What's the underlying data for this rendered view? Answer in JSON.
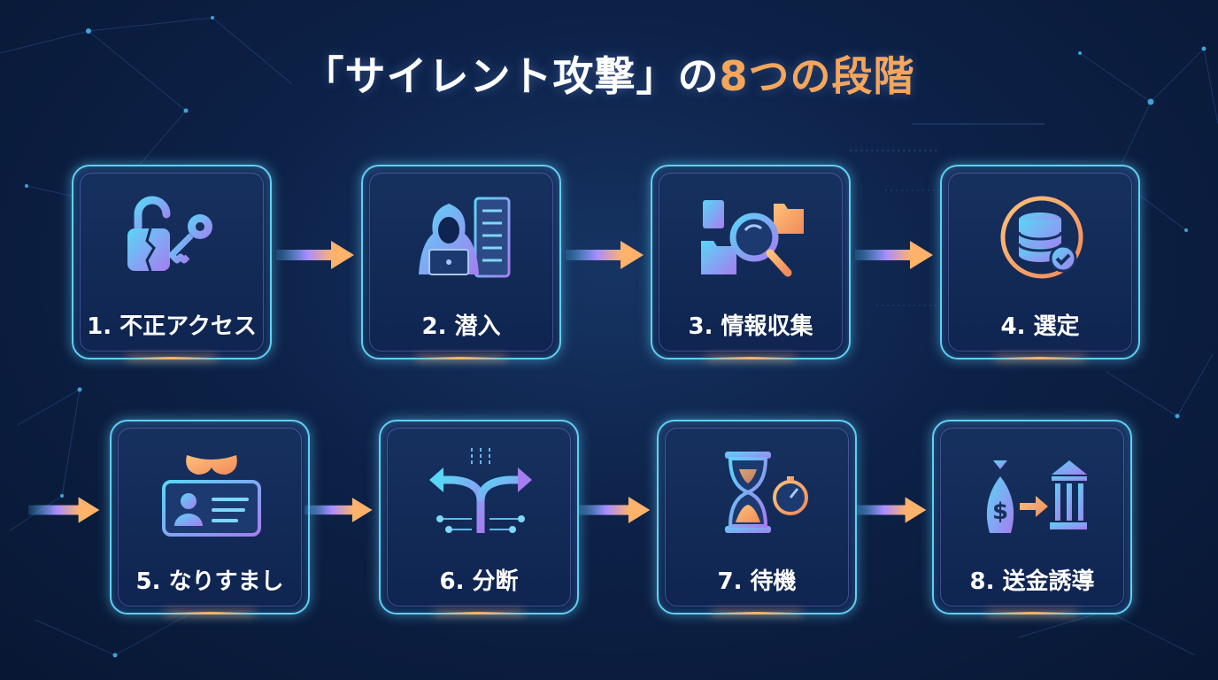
{
  "title": {
    "part1": "「サイレント攻撃」の",
    "accent": "8つの段階"
  },
  "steps": [
    {
      "label": "1. 不正アクセス",
      "icon": "unlocked-padlock-key-icon"
    },
    {
      "label": "2. 潜入",
      "icon": "hooded-hacker-server-icon"
    },
    {
      "label": "3. 情報収集",
      "icon": "folder-magnifier-icon"
    },
    {
      "label": "4. 選定",
      "icon": "database-target-icon"
    },
    {
      "label": "5. なりすまし",
      "icon": "mask-id-card-icon"
    },
    {
      "label": "6. 分断",
      "icon": "split-arrows-icon"
    },
    {
      "label": "7. 待機",
      "icon": "hourglass-timer-icon"
    },
    {
      "label": "8. 送金誘導",
      "icon": "money-bag-bank-icon"
    }
  ],
  "colors": {
    "background": "#0d2147",
    "card_border": "#5fd0f5",
    "title_accent": "#f5a65b",
    "arrow": "#ffb36a"
  }
}
